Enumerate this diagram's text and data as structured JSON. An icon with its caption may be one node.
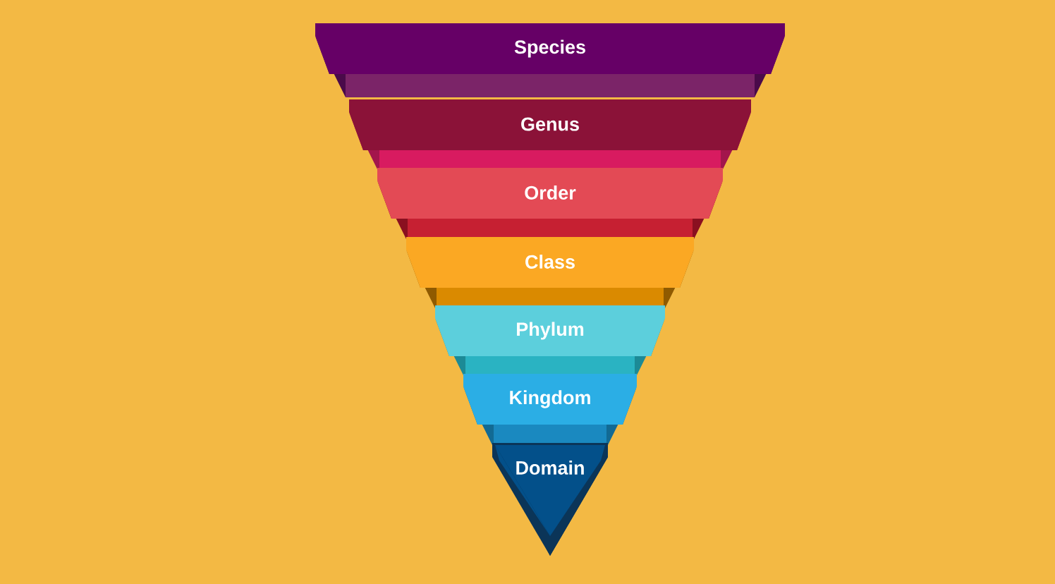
{
  "diagram": {
    "nodes": [
      {
        "text": [
          "Species"
        ]
      },
      {
        "text": [
          "Genus"
        ]
      },
      {
        "text": [
          "Order"
        ]
      },
      {
        "text": [
          "Class"
        ]
      },
      {
        "text": [
          "Phylum"
        ]
      },
      {
        "text": [
          "Kingdom"
        ]
      },
      {
        "text": [
          "Domain"
        ]
      }
    ]
  }
}
